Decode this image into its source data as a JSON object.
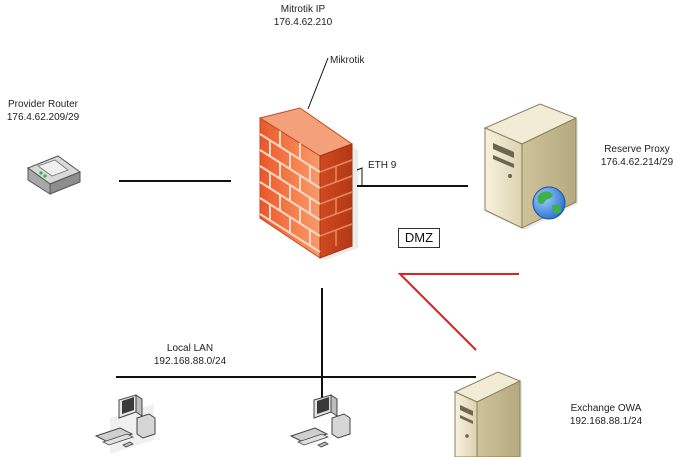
{
  "labels": {
    "mikrotik_ip_title": "Mitrotik IP",
    "mikrotik_ip_value": "176.4.62.210",
    "mikrotik_name": "Mikrotik",
    "eth_port": "ETH 9",
    "provider_router_title": "Provider Router",
    "provider_router_ip": "176.4.62.209/29",
    "reverse_proxy_title": "Reserve Proxy",
    "reverse_proxy_ip": "176.4.62.214/29",
    "dmz": "DMZ",
    "local_lan_title": "Local LAN",
    "local_lan_subnet": "192.168.88.0/24",
    "exchange_title": "Exchange OWA",
    "exchange_ip": "192.168.88.1/24"
  },
  "colors": {
    "firewall_brick": "#f26a3d",
    "firewall_mortar": "#ffd7c4",
    "server_body": "#e9e2c8",
    "red_link": "#e02020",
    "link": "#111111"
  },
  "icons": [
    "router-icon",
    "firewall-icon",
    "server-icon",
    "globe-icon",
    "workstation-icon"
  ]
}
